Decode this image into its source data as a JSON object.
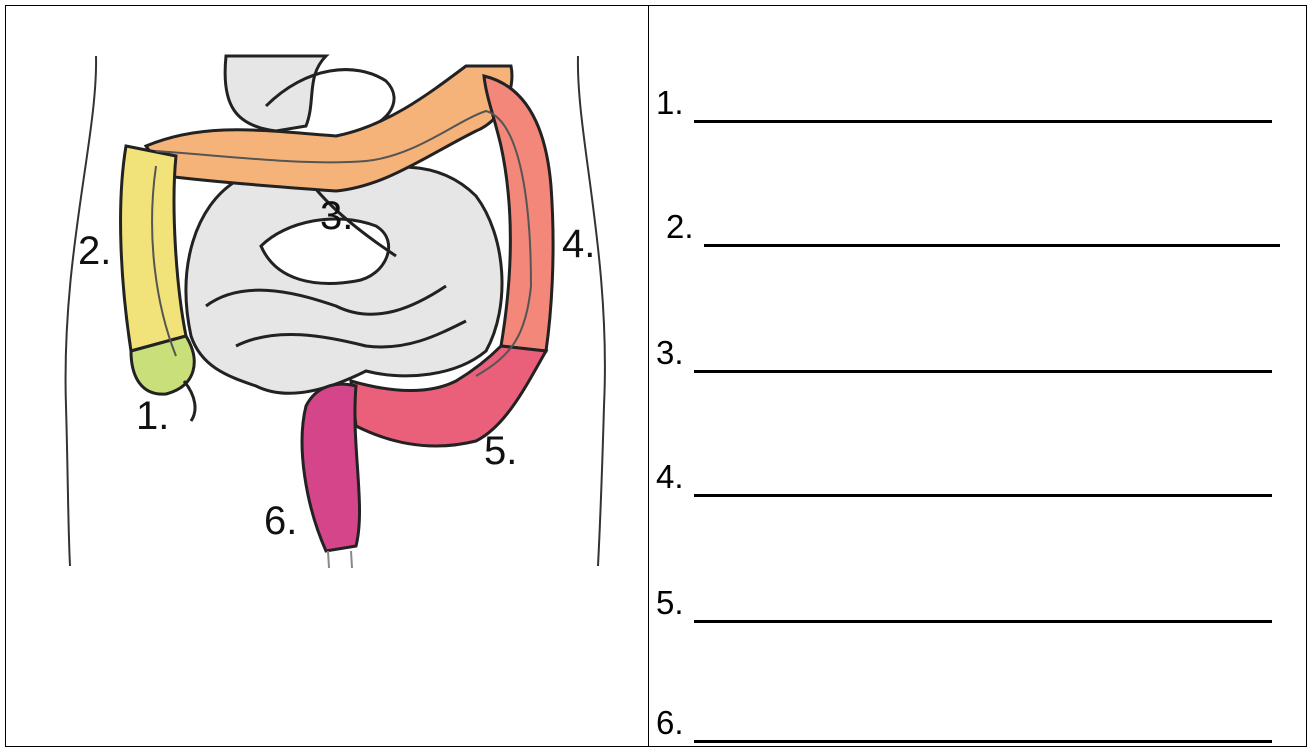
{
  "diagram": {
    "labels": [
      {
        "key": "cecum",
        "text": "1."
      },
      {
        "key": "ascending",
        "text": "2."
      },
      {
        "key": "transverse",
        "text": "3."
      },
      {
        "key": "descending",
        "text": "4."
      },
      {
        "key": "sigmoid",
        "text": "5."
      },
      {
        "key": "rectum",
        "text": "6."
      }
    ],
    "colors": {
      "ascending": "#f2e27a",
      "cecum": "#c9e07a",
      "transverse": "#f5b37a",
      "descending": "#f2877a",
      "sigmoid": "#ea5f7a",
      "rectum": "#d4458a",
      "small_intestine": "#e6e6e6",
      "outline": "#222222"
    }
  },
  "answers": {
    "items": [
      {
        "number": "1."
      },
      {
        "number": "2."
      },
      {
        "number": "3."
      },
      {
        "number": "4."
      },
      {
        "number": "5."
      },
      {
        "number": "6."
      }
    ]
  }
}
